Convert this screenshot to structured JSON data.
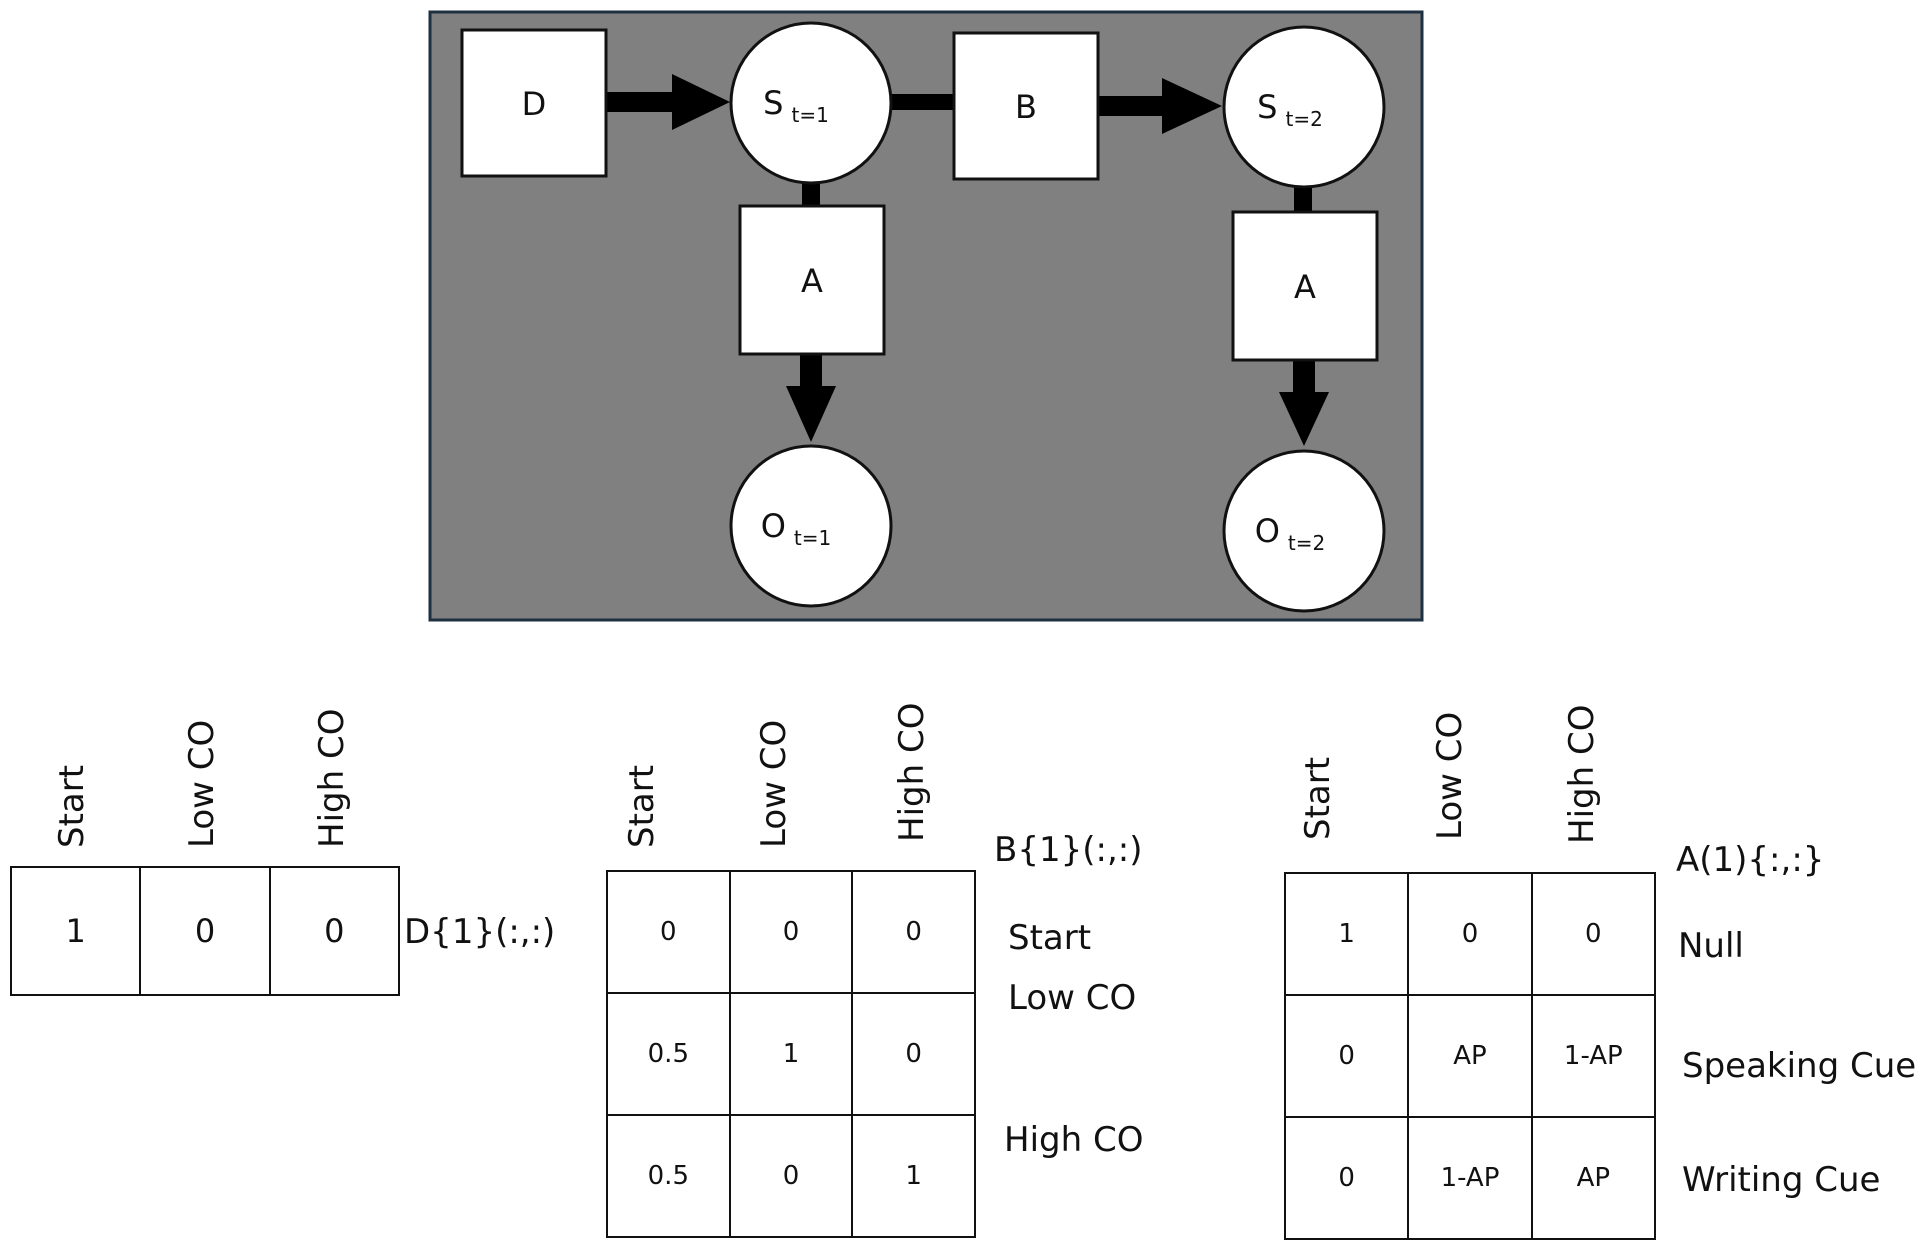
{
  "diagram": {
    "background_color": "#808080",
    "nodes": {
      "D": "D",
      "S1": {
        "label": "S",
        "sub": "t=1"
      },
      "B": "B",
      "S2": {
        "label": "S",
        "sub": "t=2"
      },
      "A1": "A",
      "A2": "A",
      "O1": {
        "label": "O",
        "sub": "t=1"
      },
      "O2": {
        "label": "O",
        "sub": "t=2"
      }
    }
  },
  "matrix_d": {
    "columns": [
      "Start",
      "Low CO",
      "High CO"
    ],
    "values": [
      "1",
      "0",
      "0"
    ],
    "name": "D{1}(:,:)"
  },
  "matrix_b": {
    "columns": [
      "Start",
      "Low CO",
      "High CO"
    ],
    "name": "B{1}(:,:)",
    "rows": [
      "Start",
      "Low CO",
      "High CO"
    ],
    "cells": [
      [
        "0",
        "0",
        "0"
      ],
      [
        "0.5",
        "1",
        "0"
      ],
      [
        "0.5",
        "0",
        "1"
      ]
    ]
  },
  "matrix_a": {
    "columns": [
      "Start",
      "Low CO",
      "High CO"
    ],
    "name": "A(1){:,:}",
    "rows": [
      "Null",
      "Speaking Cue",
      "Writing Cue"
    ],
    "cells": [
      [
        "1",
        "0",
        "0"
      ],
      [
        "0",
        "AP",
        "1-AP"
      ],
      [
        "0",
        "1-AP",
        "AP"
      ]
    ]
  }
}
